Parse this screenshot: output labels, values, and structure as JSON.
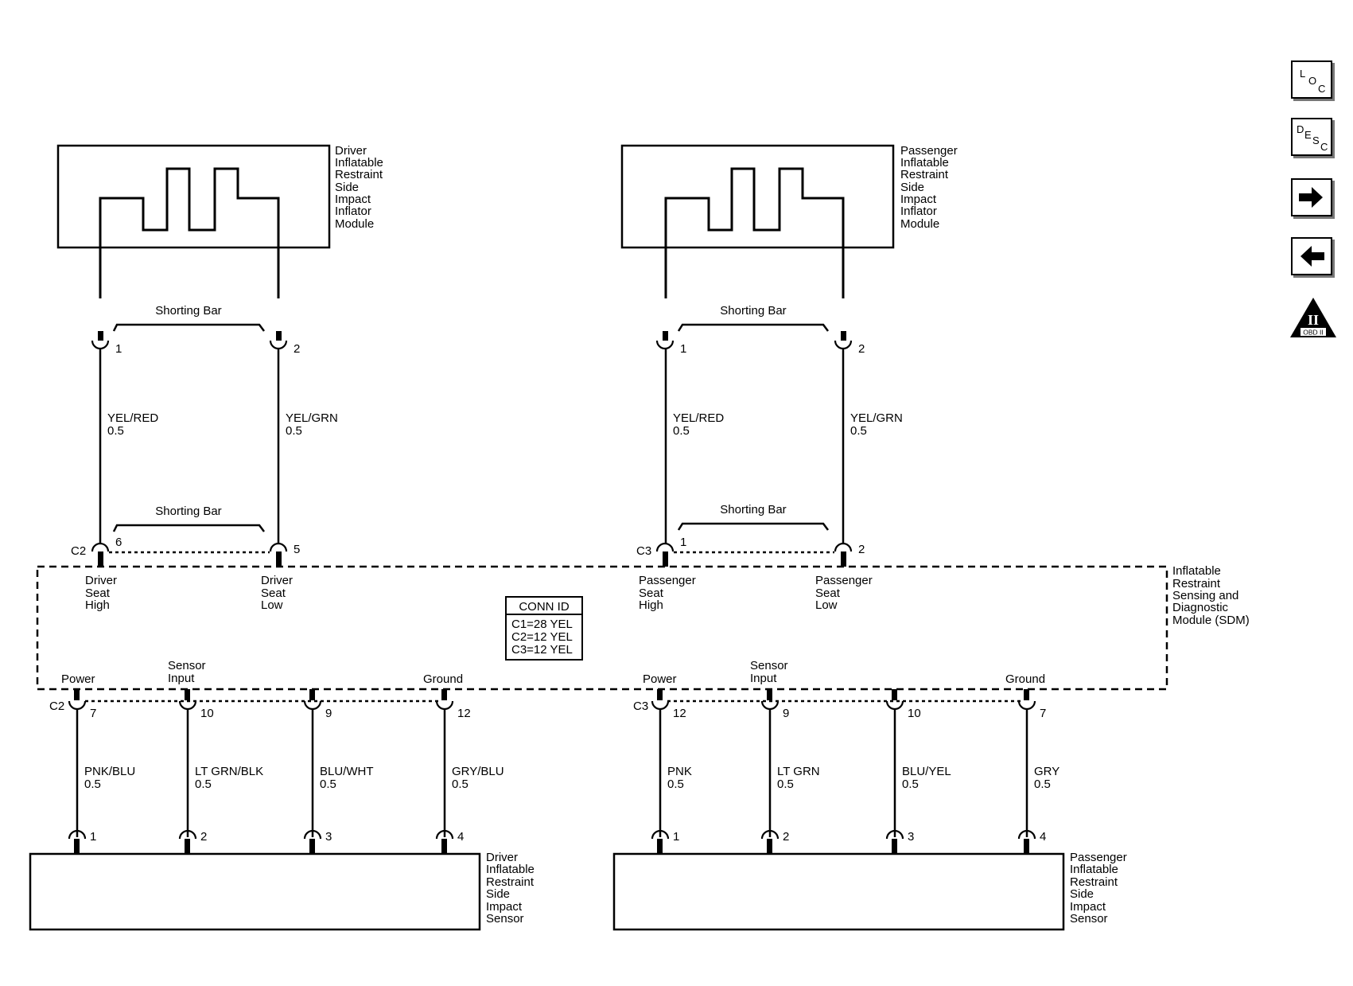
{
  "modules": {
    "driver_inflator": [
      "Driver",
      "Inflatable",
      "Restraint",
      "Side",
      "Impact",
      "Inflator",
      "Module"
    ],
    "passenger_inflator": [
      "Passenger",
      "Inflatable",
      "Restraint",
      "Side",
      "Impact",
      "Inflator",
      "Module"
    ],
    "sdm": [
      "Inflatable",
      "Restraint",
      "Sensing and",
      "Diagnostic",
      "Module (SDM)"
    ],
    "driver_sensor": [
      "Driver",
      "Inflatable",
      "Restraint",
      "Side",
      "Impact",
      "Sensor"
    ],
    "passenger_sensor": [
      "Passenger",
      "Inflatable",
      "Restraint",
      "Side",
      "Impact",
      "Sensor"
    ]
  },
  "shorting_bar": "Shorting Bar",
  "inflator_pins": {
    "driver": [
      "1",
      "2"
    ],
    "passenger": [
      "1",
      "2"
    ]
  },
  "upper_wires": {
    "driver": [
      {
        "color": "YEL/RED",
        "gauge": "0.5"
      },
      {
        "color": "YEL/GRN",
        "gauge": "0.5"
      }
    ],
    "passenger": [
      {
        "color": "YEL/RED",
        "gauge": "0.5"
      },
      {
        "color": "YEL/GRN",
        "gauge": "0.5"
      }
    ]
  },
  "sdm_upper_connectors": {
    "driver": {
      "name": "C2",
      "pins": [
        "6",
        "5"
      ],
      "circuits": [
        [
          "Driver",
          "Seat",
          "High"
        ],
        [
          "Driver",
          "Seat",
          "Low"
        ]
      ]
    },
    "passenger": {
      "name": "C3",
      "pins": [
        "1",
        "2"
      ],
      "circuits": [
        [
          "Passenger",
          "Seat",
          "High"
        ],
        [
          "Passenger",
          "Seat",
          "Low"
        ]
      ]
    }
  },
  "conn_id": {
    "title": "CONN ID",
    "rows": [
      "C1=28 YEL",
      "C2=12 YEL",
      "C3=12 YEL"
    ]
  },
  "sdm_lower_connectors": {
    "driver": {
      "name": "C2",
      "pins": [
        "7",
        "10",
        "9",
        "12"
      ]
    },
    "passenger": {
      "name": "C3",
      "pins": [
        "12",
        "9",
        "10",
        "7"
      ]
    }
  },
  "sdm_lower_circuits": {
    "driver": [
      [
        "Power"
      ],
      [
        "Sensor",
        "Input"
      ],
      [
        "Ground"
      ]
    ],
    "passenger": [
      [
        "Power"
      ],
      [
        "Sensor",
        "Input"
      ],
      [
        "Ground"
      ]
    ]
  },
  "lower_wires": {
    "driver": [
      {
        "color": "PNK/BLU",
        "gauge": "0.5"
      },
      {
        "color": "LT GRN/BLK",
        "gauge": "0.5"
      },
      {
        "color": "BLU/WHT",
        "gauge": "0.5"
      },
      {
        "color": "GRY/BLU",
        "gauge": "0.5"
      }
    ],
    "passenger": [
      {
        "color": "PNK",
        "gauge": "0.5"
      },
      {
        "color": "LT GRN",
        "gauge": "0.5"
      },
      {
        "color": "BLU/YEL",
        "gauge": "0.5"
      },
      {
        "color": "GRY",
        "gauge": "0.5"
      }
    ]
  },
  "sensor_pins": {
    "driver": [
      "1",
      "2",
      "3",
      "4"
    ],
    "passenger": [
      "1",
      "2",
      "3",
      "4"
    ]
  },
  "nav": {
    "loc": {
      "l": "L",
      "o": "O",
      "c": "C"
    },
    "desc": {
      "d": "D",
      "e": "E",
      "s": "S",
      "c": "C"
    },
    "obd_numeral": "II",
    "obd_label": "OBD II"
  }
}
